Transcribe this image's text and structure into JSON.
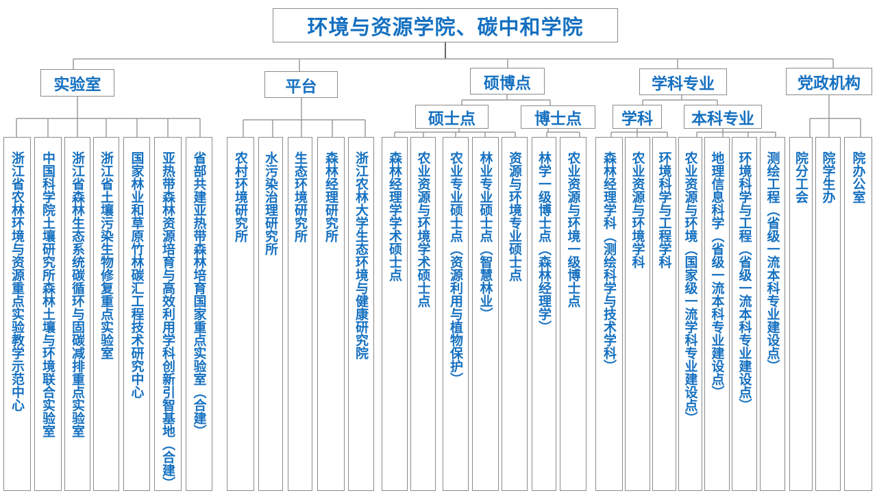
{
  "title": "环境与资源学院、碳中和学院",
  "categories": {
    "labs": {
      "label": "实验室",
      "items": [
        "浙江省农林环境与资源重点实验教学示范中心",
        "中国科学院土壤研究所森林土壤与环境联合实验室",
        "浙江省森林生态系统碳循环与固碳减排重点实验室",
        "浙江省土壤污染生物修复重点实验室",
        "国家林业和草原竹林碳汇工程技术研究中心",
        "亚热带森林资源培育与高效利用学科创新引智基地（合建）",
        "省部共建亚热带森林培育国家重点实验室（合建）"
      ]
    },
    "platforms": {
      "label": "平台",
      "items": [
        "农村环境研究所",
        "水污染治理研究所",
        "生态环境研究所",
        "森林经理研究所",
        "浙江农林大学生态环境与健康研究院"
      ]
    },
    "degree_points": {
      "label": "硕博点",
      "master": {
        "label": "硕士点",
        "items": [
          "森林经理学学术硕士点",
          "农业资源与环境学术硕士点",
          "农业专业硕士点（资源利用与植物保护）",
          "林业专业硕士点（智慧林业）",
          "资源与环境专业硕士点"
        ]
      },
      "doctor": {
        "label": "博士点",
        "items": [
          "林学一级博士点（森林经理学）",
          "农业资源与环境一级博士点"
        ]
      }
    },
    "disciplines_majors": {
      "label": "学科专业",
      "disciplines": {
        "label": "学科",
        "items": [
          "森林经理学科（测绘科学与技术学科）",
          "农业资源与环境学科",
          "环境科学与工程学科"
        ]
      },
      "majors": {
        "label": "本科专业",
        "items": [
          "农业资源与环境（国家级一流学科专业建设点）",
          "地理信息科学（省级一流本科专业建设点）",
          "环境科学与工程（省级一流本科专业建设点）",
          "测绘工程（省级一流本科专业建设点）"
        ]
      }
    },
    "party_admin": {
      "label": "党政机构",
      "items": [
        "院分工会",
        "院学生办",
        "院办公室"
      ]
    }
  },
  "colors": {
    "text": "#1570c0",
    "border": "#8a8a8a",
    "line": "#9a9a9a"
  }
}
